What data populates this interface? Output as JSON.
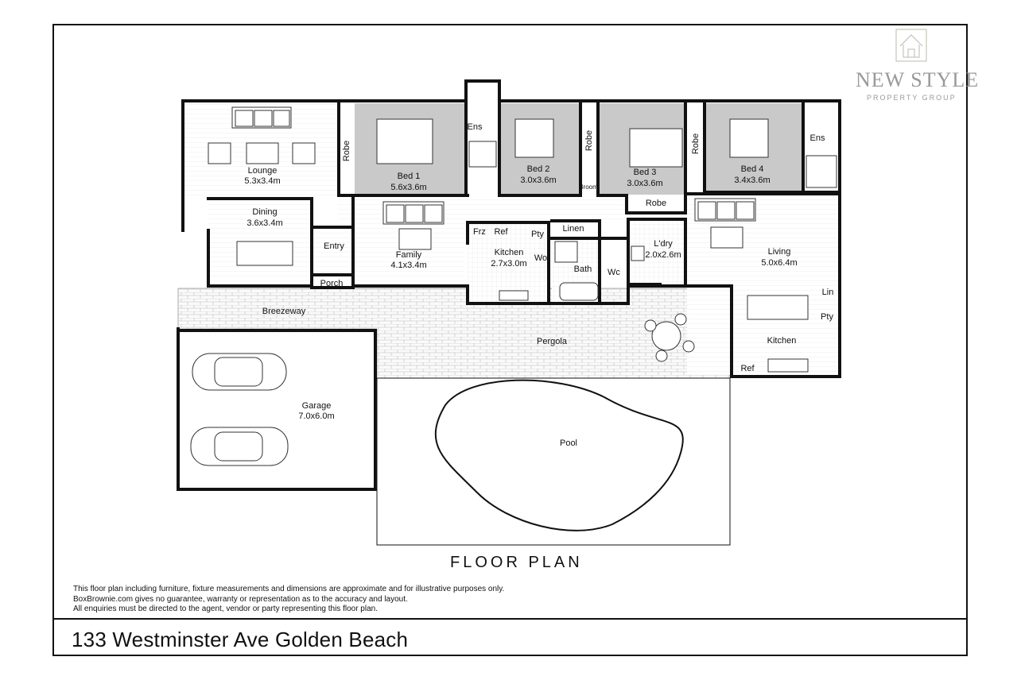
{
  "address": "133 Westminster Ave Golden Beach",
  "plan_title": "FLOOR PLAN",
  "disclaimer": [
    "This floor plan including furniture, fixture measurements and dimensions are approximate and for illustrative purposes only.",
    "BoxBrownie.com gives no guarantee, warranty or representation as to the accuracy and layout.",
    "All enquiries must be directed to the agent, vendor or party representing this floor plan."
  ],
  "logo": {
    "name": "NEW STYLE",
    "tagline": "PROPERTY GROUP"
  },
  "rooms": {
    "lounge": {
      "name": "Lounge",
      "size": "5.3x3.4m"
    },
    "bed1": {
      "name": "Bed 1",
      "size": "5.6x3.6m"
    },
    "bed2": {
      "name": "Bed 2",
      "size": "3.0x3.6m"
    },
    "bed3": {
      "name": "Bed 3",
      "size": "3.0x3.6m"
    },
    "bed4": {
      "name": "Bed 4",
      "size": "3.4x3.6m"
    },
    "dining": {
      "name": "Dining",
      "size": "3.6x3.4m"
    },
    "family": {
      "name": "Family",
      "size": "4.1x3.4m"
    },
    "kitchen1": {
      "name": "Kitchen",
      "size": "2.7x3.0m"
    },
    "laundry": {
      "name": "L'dry",
      "size": "2.0x2.6m"
    },
    "living": {
      "name": "Living",
      "size": "5.0x6.4m"
    },
    "garage": {
      "name": "Garage",
      "size": "7.0x6.0m"
    },
    "kitchen2": {
      "name": "Kitchen"
    },
    "pool": {
      "name": "Pool"
    },
    "pergola": {
      "name": "Pergola"
    },
    "breezeway": {
      "name": "Breezeway"
    },
    "entry": {
      "name": "Entry"
    },
    "porch": {
      "name": "Porch"
    },
    "bath": {
      "name": "Bath"
    },
    "wc": {
      "name": "Wc"
    },
    "ens1": {
      "name": "Ens"
    },
    "ens2": {
      "name": "Ens"
    },
    "linen": {
      "name": "Linen"
    },
    "broom": {
      "name": "Broom"
    },
    "robe1": {
      "name": "Robe"
    },
    "robe2": {
      "name": "Robe"
    },
    "robe3": {
      "name": "Robe"
    },
    "robe4": {
      "name": "Robe"
    },
    "frz": {
      "name": "Frz"
    },
    "ref1": {
      "name": "Ref"
    },
    "pty1": {
      "name": "Pty"
    },
    "wo": {
      "name": "Wo"
    },
    "lin": {
      "name": "Lin"
    },
    "pty2": {
      "name": "Pty"
    },
    "ref2": {
      "name": "Ref"
    }
  },
  "colors": {
    "bedroom_fill": "#c9c9c9",
    "wall": "#111111",
    "logo": "#999999"
  }
}
